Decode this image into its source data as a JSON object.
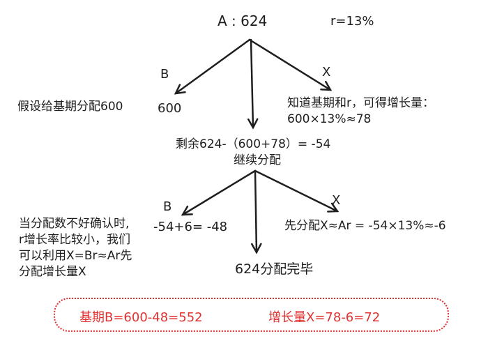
{
  "colors": {
    "ink": "#1e1e1e",
    "red": "#e03131",
    "background": "#ffffff"
  },
  "header": {
    "root_label": "A : 624",
    "rate_label": "r=13%"
  },
  "fork1": {
    "b_branch_label": "B",
    "x_branch_label": "X",
    "b_value": "600",
    "left_note": "假设给基期分配600",
    "right_note_line1": "知道基期和r，可得增长量：",
    "right_note_line2": "600×13%≈78"
  },
  "middle": {
    "remainder": "剩余624-（600+78）= -54",
    "continue_label": "继续分配"
  },
  "fork2": {
    "b_branch_label": "B",
    "x_branch_label": "X",
    "b_value": "-54+6= -48",
    "x_note": "先分配X≈Ar = -54×13%≈-6",
    "done_label": "624分配完毕"
  },
  "side_note": {
    "lines": [
      "当分配数不好确认时,",
      "r增长率比较小，我们",
      "可以利用X=Br≈Ar先",
      "分配增长量X"
    ]
  },
  "result_box": {
    "base_result": "基期B=600-48=552",
    "growth_result": "增长量X=78-6=72"
  }
}
